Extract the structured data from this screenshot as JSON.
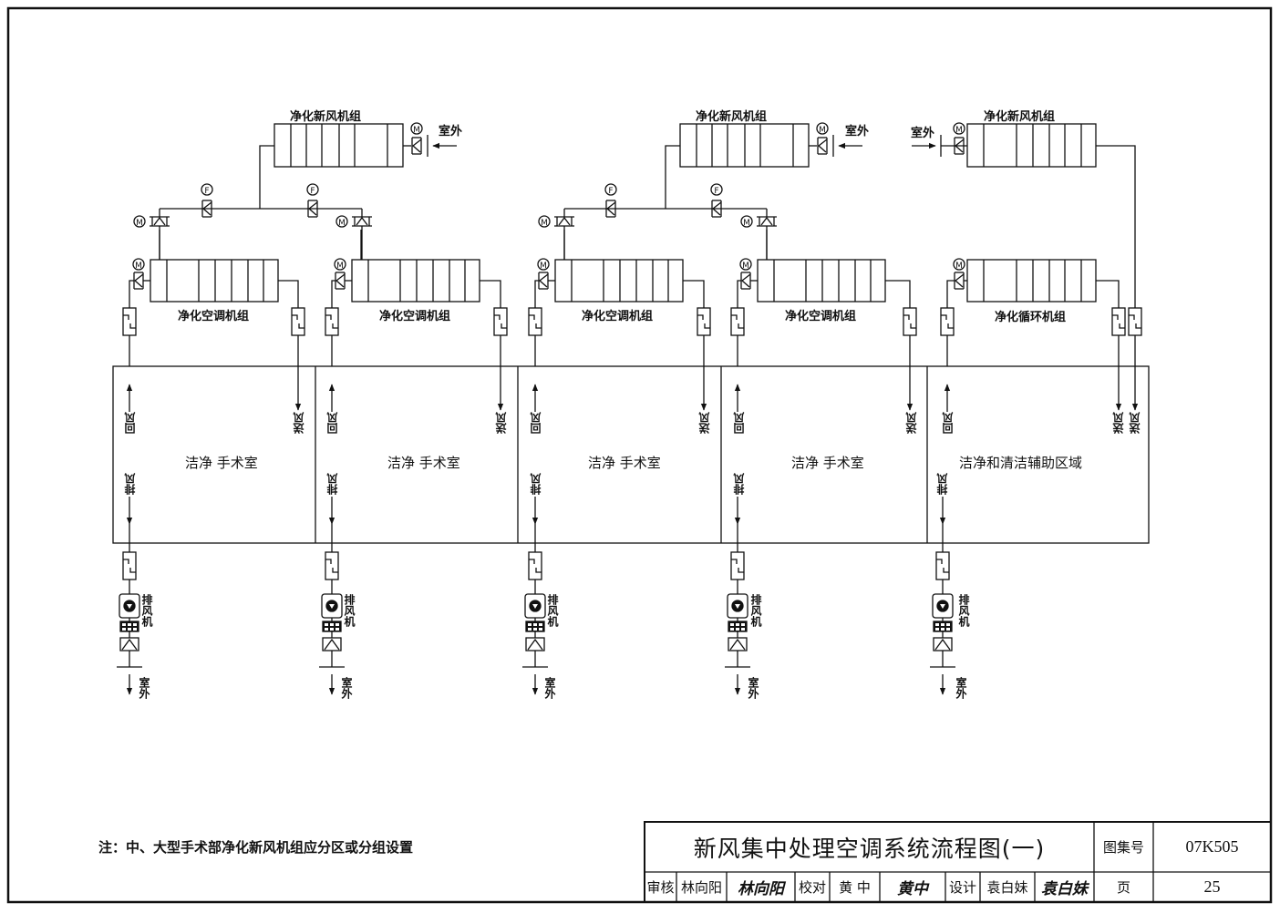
{
  "drawing": {
    "fresh_air_units": [
      {
        "label": "净化新风机组",
        "outdoor_label": "室外"
      },
      {
        "label": "净化新风机组",
        "outdoor_label": "室外"
      },
      {
        "label": "净化新风机组",
        "outdoor_label": "室外"
      }
    ],
    "ahu_units": [
      {
        "label": "净化空调机组"
      },
      {
        "label": "净化空调机组"
      },
      {
        "label": "净化空调机组"
      },
      {
        "label": "净化空调机组"
      },
      {
        "label": "净化循环机组"
      }
    ],
    "rooms": [
      {
        "label": "洁净 手术室",
        "return_air": "回风",
        "supply_air": "送风",
        "exhaust_air": "排风"
      },
      {
        "label": "洁净 手术室",
        "return_air": "回风",
        "supply_air": "送风",
        "exhaust_air": "排风"
      },
      {
        "label": "洁净 手术室",
        "return_air": "回风",
        "supply_air": "送风",
        "exhaust_air": "排风"
      },
      {
        "label": "洁净 手术室",
        "return_air": "回风",
        "supply_air": "送风",
        "exhaust_air": "排风"
      },
      {
        "label": "洁净和清洁辅助区域",
        "return_air": "回风",
        "supply_air": "送风",
        "supply_air_2": "送风",
        "exhaust_air": "排风"
      }
    ],
    "exhaust": {
      "fan_label": "排风机",
      "outdoor_label": "室外"
    },
    "valve_symbols": {
      "motor": "M",
      "flow": "F"
    }
  },
  "note": "注：中、大型手术部净化新风机组应分区或分组设置",
  "title_block": {
    "title": "新风集中处理空调系统流程图(一)",
    "atlas_label": "图集号",
    "atlas_no": "07K505",
    "review_label": "审核",
    "reviewer": "林向阳",
    "reviewer_sig": "林向阳",
    "check_label": "校对",
    "checker": "黄 中",
    "checker_sig": "黄中",
    "design_label": "设计",
    "designer": "袁白妹",
    "designer_sig": "袁白妹",
    "page_label": "页",
    "page_no": "25"
  }
}
